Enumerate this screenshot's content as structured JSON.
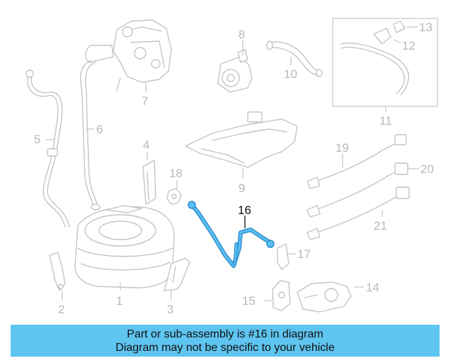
{
  "callouts": [
    {
      "id": "1",
      "label": "1"
    },
    {
      "id": "2",
      "label": "2"
    },
    {
      "id": "3",
      "label": "3"
    },
    {
      "id": "4",
      "label": "4"
    },
    {
      "id": "5",
      "label": "5"
    },
    {
      "id": "6",
      "label": "6"
    },
    {
      "id": "7",
      "label": "7"
    },
    {
      "id": "8",
      "label": "8"
    },
    {
      "id": "9",
      "label": "9"
    },
    {
      "id": "10",
      "label": "10"
    },
    {
      "id": "11",
      "label": "11"
    },
    {
      "id": "12",
      "label": "12"
    },
    {
      "id": "13",
      "label": "13"
    },
    {
      "id": "14",
      "label": "14"
    },
    {
      "id": "15",
      "label": "15"
    },
    {
      "id": "16",
      "label": "16"
    },
    {
      "id": "17",
      "label": "17"
    },
    {
      "id": "18",
      "label": "18"
    },
    {
      "id": "19",
      "label": "19"
    },
    {
      "id": "20",
      "label": "20"
    },
    {
      "id": "21",
      "label": "21"
    }
  ],
  "highlight_part": "16",
  "colors": {
    "highlight_stroke": "#2f8fce",
    "highlight_fill": "#59bdf0",
    "banner_bg": "#5ec4f0",
    "line_gray": "#c4c4c4",
    "label_gray": "#b9b9b9"
  },
  "banner": {
    "line1": "Part or sub-assembly is #16 in diagram",
    "line2": "Diagram may not be specific to your vehicle"
  }
}
